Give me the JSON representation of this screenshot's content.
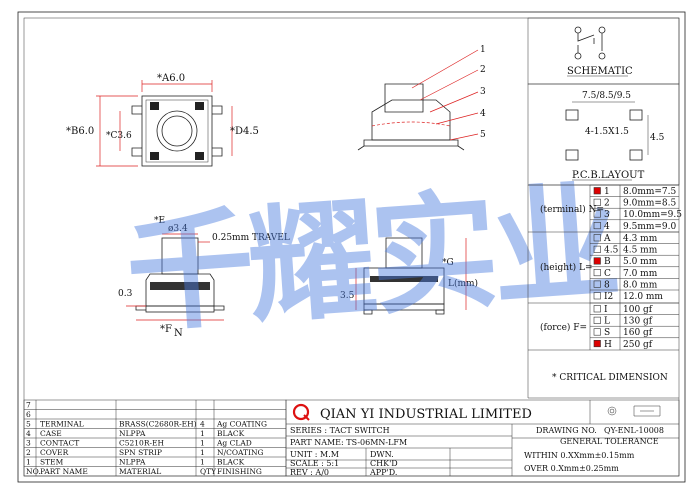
{
  "schematic": {
    "title": "SCHEMATIC"
  },
  "pcb": {
    "dim_top": "7.5/8.5/9.5",
    "dim_mid": "4-1.5X1.5",
    "dim_side": "4.5",
    "title": "P.C.B.LAYOUT"
  },
  "top_view": {
    "dim_a": "*A6.0",
    "dim_b": "*B6.0",
    "dim_c": "*C3.6",
    "dim_d": "*D4.5"
  },
  "iso_view": {
    "callouts": [
      "1",
      "2",
      "3",
      "4",
      "5"
    ]
  },
  "front_view": {
    "dim_e": "*E",
    "dim_phi": "ø3.4",
    "dim_travel": "0.25mm TRAVEL",
    "dim_03": "0.3",
    "dim_f": "*F",
    "dim_n": "N"
  },
  "side_view": {
    "dim_g": "*G",
    "dim_l": "L(mm)",
    "dim_35": "3.5"
  },
  "watermark": {
    "text": "千耀实业"
  },
  "terminal": {
    "label": "(terminal) N=",
    "rows": [
      {
        "num": "1",
        "value": "8.0mm=7.5",
        "selected": true
      },
      {
        "num": "2",
        "value": "9.0mm=8.5",
        "selected": false
      },
      {
        "num": "3",
        "value": "10.0mm=9.5",
        "selected": false
      },
      {
        "num": "4",
        "value": "9.5mm=9.0",
        "selected": false
      }
    ]
  },
  "height": {
    "label": "(height) L=",
    "rows": [
      {
        "num": "A",
        "value": "4.3 mm",
        "selected": false
      },
      {
        "num": "4.5",
        "value": "4.5 mm",
        "selected": false
      },
      {
        "num": "B",
        "value": "5.0 mm",
        "selected": true
      },
      {
        "num": "C",
        "value": "7.0 mm",
        "selected": false
      },
      {
        "num": "8",
        "value": "8.0 mm",
        "selected": false
      },
      {
        "num": "I2",
        "value": "12.0 mm",
        "selected": false
      }
    ]
  },
  "force": {
    "label": "(force) F=",
    "rows": [
      {
        "num": "I",
        "value": "100 gf",
        "selected": false
      },
      {
        "num": "L",
        "value": "130 gf",
        "selected": false
      },
      {
        "num": "S",
        "value": "160 gf",
        "selected": false
      },
      {
        "num": "H",
        "value": "250 gf",
        "selected": true
      }
    ]
  },
  "critical": "* CRITICAL DIMENSION",
  "bom": {
    "rows": [
      {
        "no": "7",
        "part": "",
        "material": "",
        "qty": "",
        "finish": ""
      },
      {
        "no": "6",
        "part": "",
        "material": "",
        "qty": "",
        "finish": ""
      },
      {
        "no": "5",
        "part": "TERMINAL",
        "material": "BRASS(C2680R-EH)",
        "qty": "4",
        "finish": "Ag COATING"
      },
      {
        "no": "4",
        "part": "CASE",
        "material": "NLPPA",
        "qty": "1",
        "finish": "BLACK"
      },
      {
        "no": "3",
        "part": "CONTACT",
        "material": "C5210R-EH",
        "qty": "1",
        "finish": "Ag CLAD"
      },
      {
        "no": "2",
        "part": "COVER",
        "material": "SPN STRIP",
        "qty": "1",
        "finish": "N/COATING"
      },
      {
        "no": "1",
        "part": "STEM",
        "material": "NLPPA",
        "qty": "1",
        "finish": "BLACK"
      }
    ],
    "header": {
      "no": "NO.",
      "part": "PART NAME",
      "material": "MATERIAL",
      "qty": "QTY",
      "finish": "FINISHING"
    }
  },
  "title_block": {
    "company": "QIAN YI INDUSTRIAL LIMITED",
    "series": "SERIES : TACT SWITCH",
    "part_name": "PART NAME: TS-06MN-LFM",
    "unit": "UNIT : M.M",
    "dwn": "DWN.",
    "scale": "SCALE : 5:1",
    "chkd": "CHK'D",
    "rev": "REV : A/0",
    "appd": "APP'D.",
    "drawing_no_label": "DRAWING NO.",
    "drawing_no": "QY-ENL-10008",
    "tolerance_title": "GENERAL TOLERANCE",
    "tol1": "WITHIN 0.XXmm±0.15mm",
    "tol2": "OVER   0.Xmm±0.25mm"
  }
}
